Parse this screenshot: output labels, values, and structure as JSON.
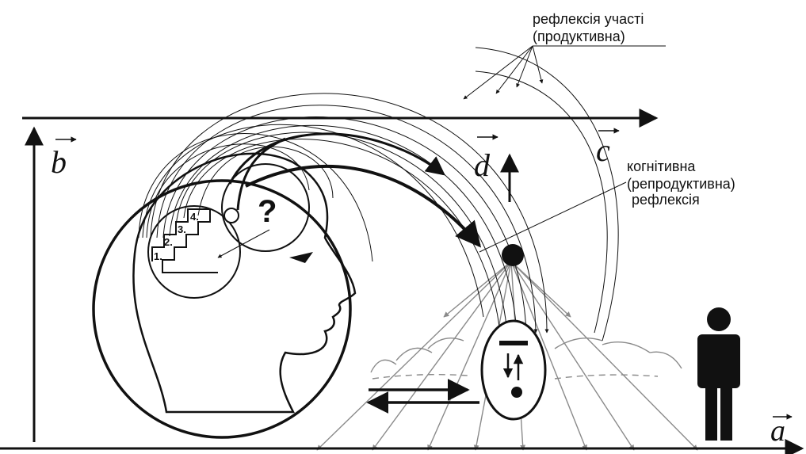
{
  "annotations": {
    "participation_reflection": {
      "line1": "рефлексія участі",
      "line2": "(продуктивна)"
    },
    "cognitive_reflection": {
      "line1": "когнітивна",
      "line2": "(репродуктивна)",
      "line3": "рефлексія"
    }
  },
  "axes": {
    "a": "a",
    "b": "b",
    "c": "c",
    "d": "d"
  },
  "brain": {
    "question_mark": "?"
  },
  "steps": [
    "1.",
    "2.",
    "3.",
    "4."
  ],
  "colors": {
    "ink": "#111111",
    "gray": "#8a8a8a",
    "background": "#ffffff"
  },
  "icons": [
    "human-figure-icon",
    "head-profile-icon",
    "staircase-icon",
    "eye-icon"
  ]
}
